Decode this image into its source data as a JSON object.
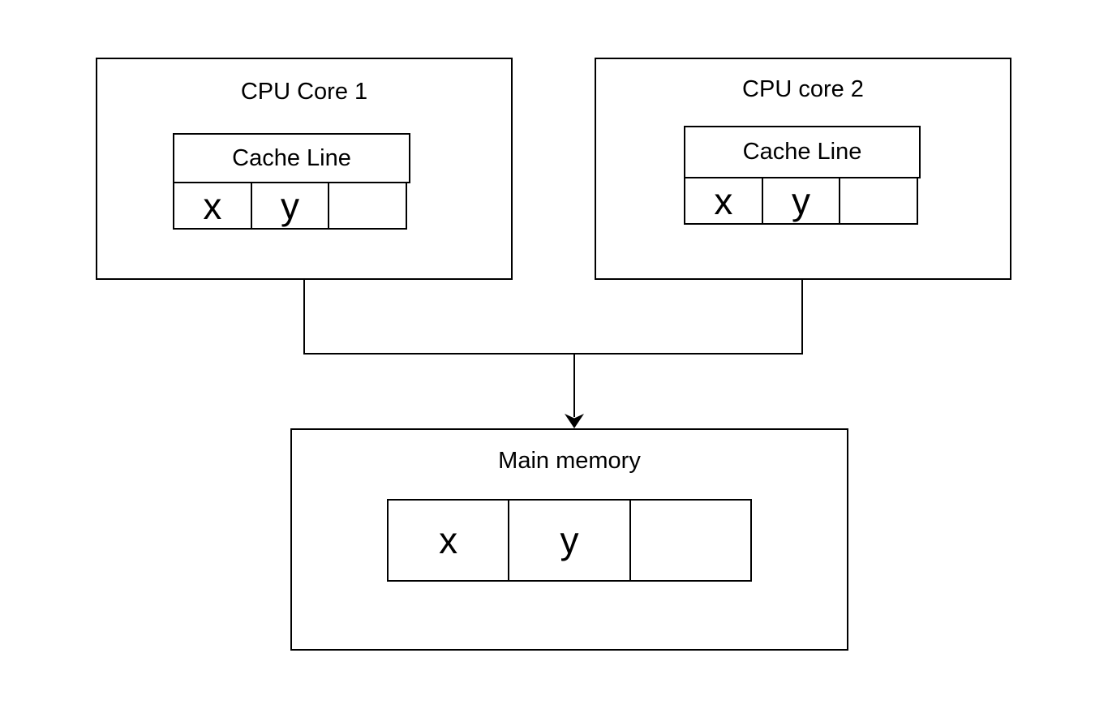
{
  "diagram": {
    "background_color": "#ffffff",
    "stroke_color": "#000000",
    "text_color": "#000000",
    "cpu_core_1": {
      "title": "CPU Core 1",
      "cache_label": "Cache Line",
      "cells": [
        "x",
        "y",
        ""
      ]
    },
    "cpu_core_2": {
      "title": "CPU core 2",
      "cache_label": "Cache Line",
      "cells": [
        "x",
        "y",
        ""
      ]
    },
    "main_memory": {
      "title": "Main memory",
      "cells": [
        "x",
        "y",
        ""
      ]
    },
    "connector": {
      "shape": "bracket-merge",
      "arrow_direction": "down"
    }
  }
}
